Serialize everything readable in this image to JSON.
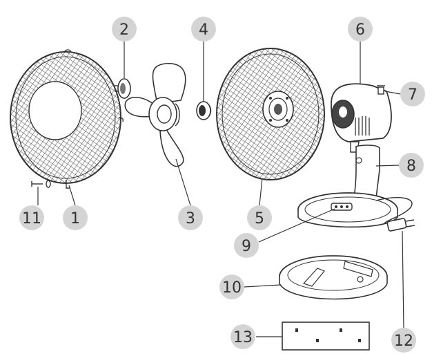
{
  "diagram": {
    "callouts": [
      {
        "id": "1",
        "label": "1"
      },
      {
        "id": "2",
        "label": "2"
      },
      {
        "id": "3",
        "label": "3"
      },
      {
        "id": "4",
        "label": "4"
      },
      {
        "id": "5",
        "label": "5"
      },
      {
        "id": "6",
        "label": "6"
      },
      {
        "id": "7",
        "label": "7"
      },
      {
        "id": "8",
        "label": "8"
      },
      {
        "id": "9",
        "label": "9"
      },
      {
        "id": "10",
        "label": "10"
      },
      {
        "id": "11",
        "label": "11"
      },
      {
        "id": "12",
        "label": "12"
      },
      {
        "id": "13",
        "label": "13"
      }
    ]
  },
  "colors": {
    "callout_fill": "#d4d4d4",
    "callout_text": "#333333",
    "line": "#333333",
    "mesh": "#555555"
  }
}
